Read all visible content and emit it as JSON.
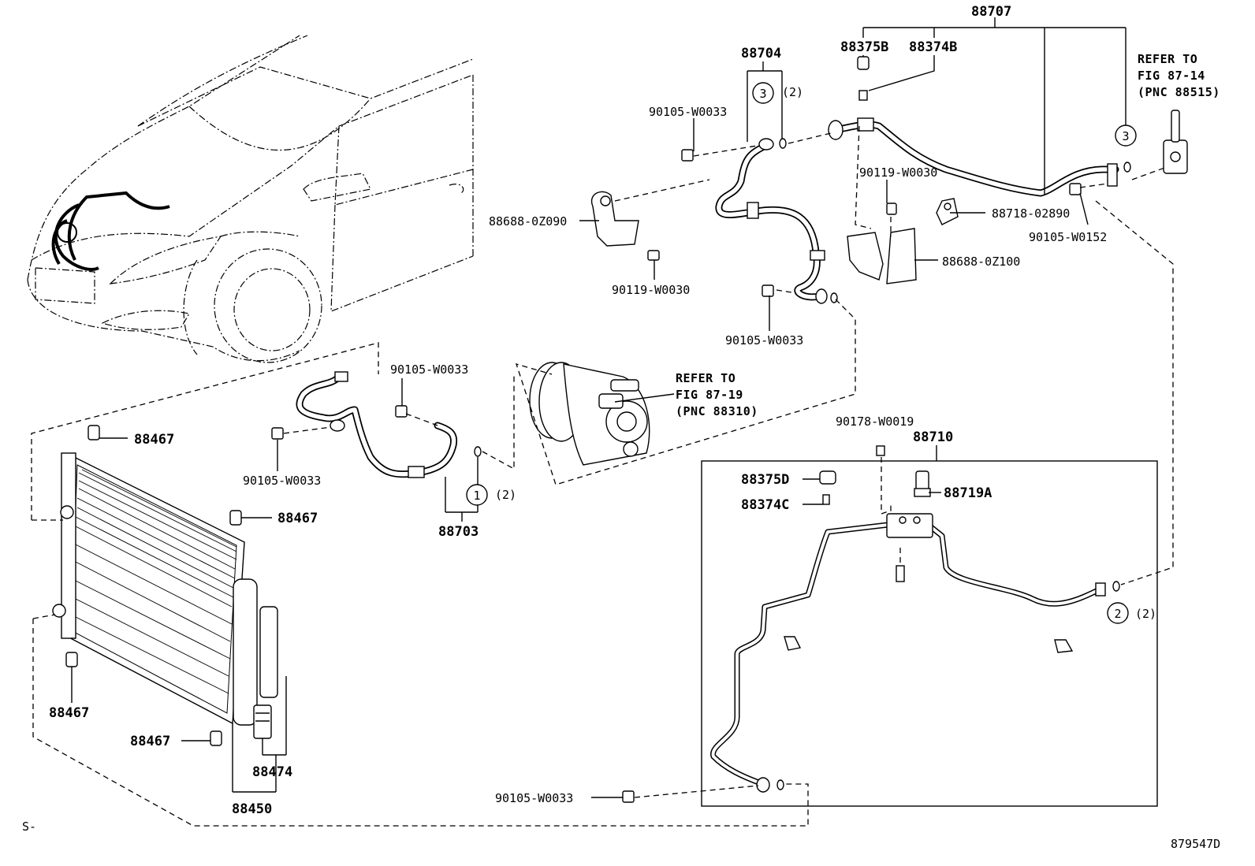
{
  "labels": {
    "p88707": "88707",
    "p88704": "88704",
    "p88375b": "88375B",
    "p88374b": "88374B",
    "b_90105_w0033_a": "90105-W0033",
    "p88688_0z090": "88688-0Z090",
    "b_90119_w0030_a": "90119-W0030",
    "b_90119_w0030_b": "90119-W0030",
    "p88718_02890": "88718-02890",
    "b_90105_w0152": "90105-W0152",
    "p88688_0z100": "88688-0Z100",
    "b_90105_w0033_b": "90105-W0033",
    "b_90105_w0033_c": "90105-W0033",
    "b_90105_w0033_d": "90105-W0033",
    "b_90105_w0033_e": "90105-W0033",
    "p88703": "88703",
    "p88467_a": "88467",
    "p88467_b": "88467",
    "p88467_c": "88467",
    "p88467_d": "88467",
    "p88474": "88474",
    "p88450": "88450",
    "b_90178_w0019": "90178-W0019",
    "p88710": "88710",
    "p88375d": "88375D",
    "p88374c": "88374C",
    "p88719a": "88719A",
    "fig_code": "879547D",
    "corner_mark": "S-"
  },
  "refs": {
    "expansion_valve": [
      "REFER TO",
      "FIG 87-14",
      "(PNC 88515)"
    ],
    "compressor": [
      "REFER TO",
      "FIG 87-19",
      "(PNC 88310)"
    ]
  },
  "callouts": {
    "c1": {
      "num": "1",
      "qty": "(2)"
    },
    "c2": {
      "num": "2",
      "qty": "(2)"
    },
    "c3a": {
      "num": "3",
      "qty": "(2)"
    },
    "c3b": {
      "num": "3"
    }
  }
}
